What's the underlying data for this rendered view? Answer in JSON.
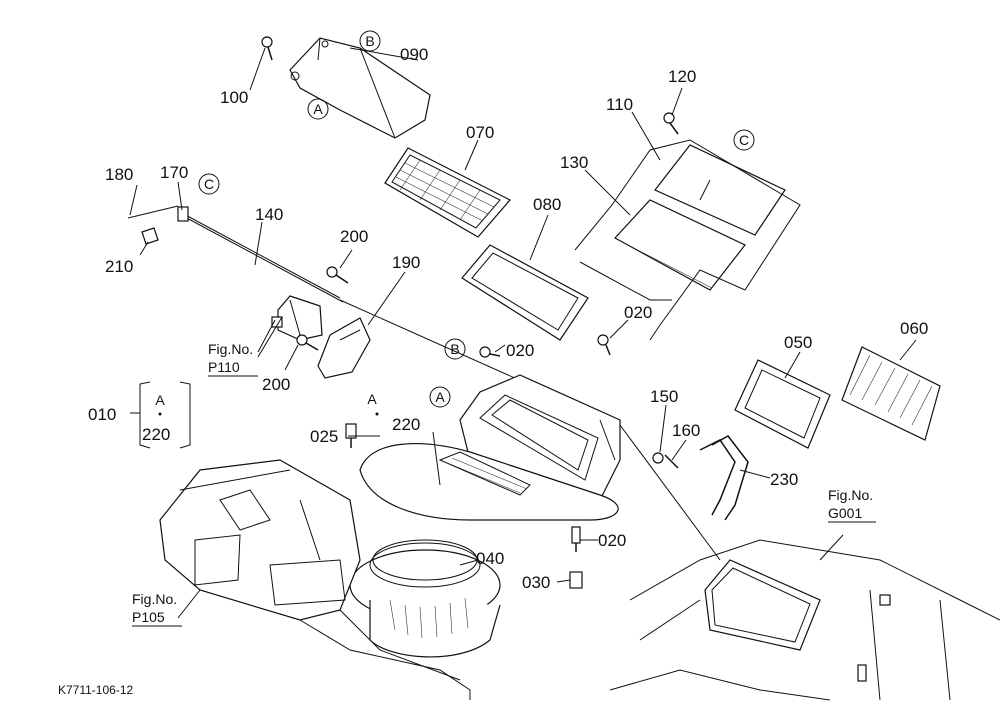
{
  "drawing_code": "K7711-106-12",
  "callouts": {
    "p100": "100",
    "p090": "090",
    "p070": "070",
    "p080": "080",
    "p120": "120",
    "p110": "110",
    "p130": "130",
    "p180": "180",
    "p170": "170",
    "p140": "140",
    "p210": "210",
    "p200a": "200",
    "p190": "190",
    "p200b": "200",
    "p020a": "020",
    "p020b": "020",
    "p020c": "020",
    "p050": "050",
    "p060": "060",
    "p150": "150",
    "p160": "160",
    "p230": "230",
    "p010": "010",
    "p220a": "220",
    "p220b": "220",
    "p025": "025",
    "p040": "040",
    "p030": "030"
  },
  "circle_refs": {
    "b1": "B",
    "a1": "A",
    "c1": "C",
    "c2": "C",
    "b2": "B",
    "a2": "A"
  },
  "plain_refs": {
    "a3": "A",
    "a4": "A"
  },
  "fig_refs": {
    "p110": {
      "line1": "Fig.No.",
      "line2": "P110"
    },
    "p105": {
      "line1": "Fig.No.",
      "line2": "P105"
    },
    "g001": {
      "line1": "Fig.No.",
      "line2": "G001"
    }
  }
}
